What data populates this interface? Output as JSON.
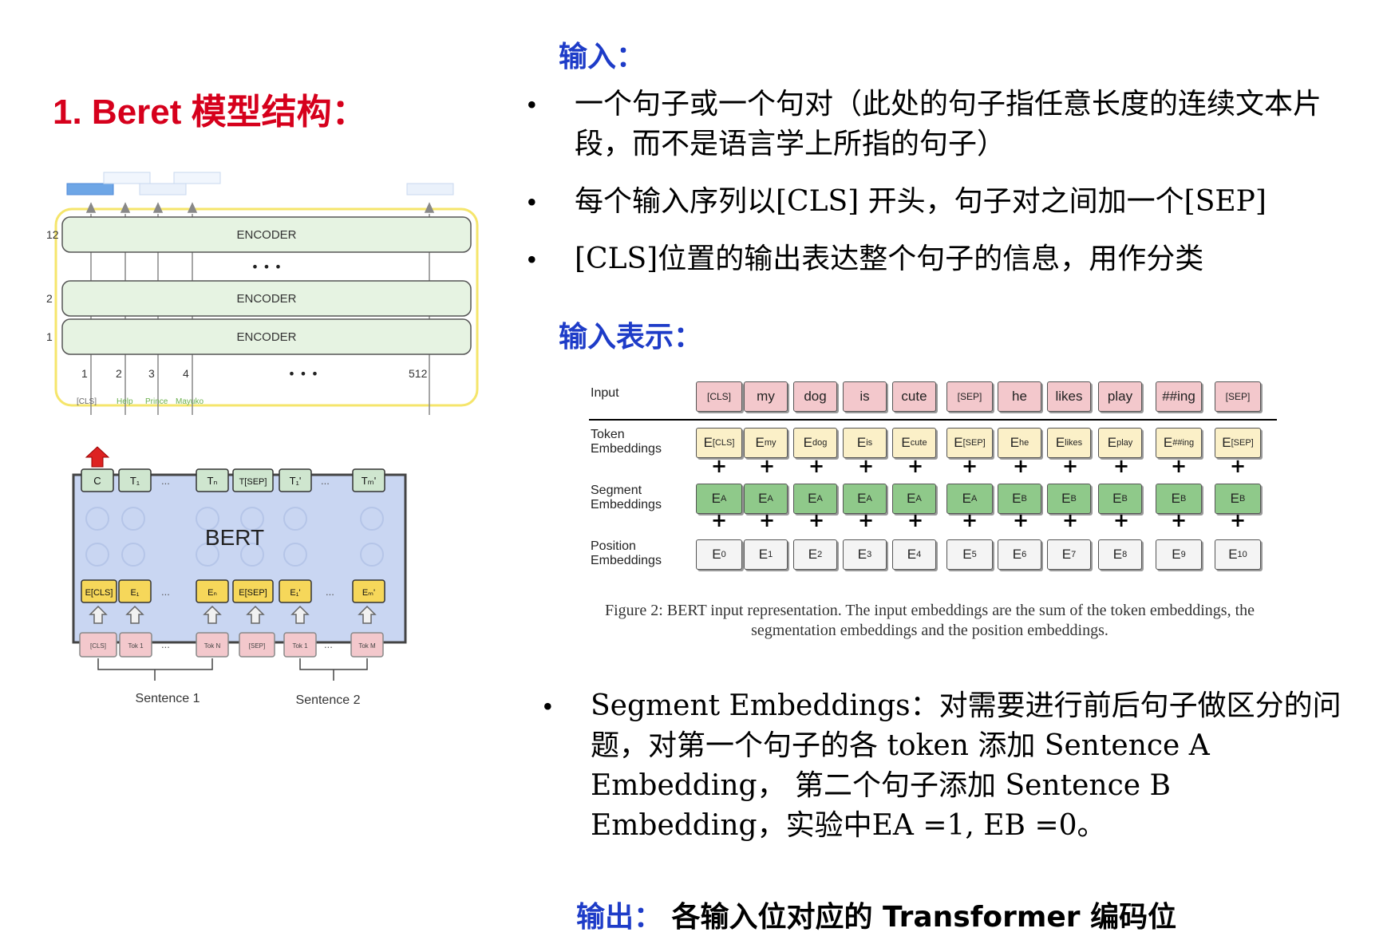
{
  "title": "1. Beret 模型结构：",
  "input_section": {
    "heading": "输入：",
    "bullets": [
      "一个句子或一个句对（此处的句子指任意长度的连续文本片段，而不是语言学上所指的句子）",
      "每个输入序列以[CLS] 开头，句子对之间加一个[SEP]",
      "[CLS]位置的输出表达整个句子的信息，用作分类"
    ]
  },
  "input_repr_heading": "输入表示：",
  "segment_bullet": "Segment Embeddings：对需要进行前后句子做区分的问题，对第一个句子的各 token 添加 Sentence A Embedding， 第二个句子添加 Sentence B Embedding，实验中EA =1, EB =0。",
  "output": {
    "label": "输出：",
    "text": "各输入位对应的 Transformer 编码位"
  },
  "encoder_fig": {
    "encoder_label": "ENCODER",
    "layers": [
      "12",
      "2",
      "1"
    ],
    "dots": "• • •",
    "positions": [
      "1",
      "2",
      "3",
      "4",
      "512"
    ],
    "bottom_dots": "• • •",
    "tokens": [
      "[CLS]",
      "Help",
      "Prince",
      "Mayuko"
    ]
  },
  "bert_fig": {
    "label": "BERT",
    "outputs": [
      "C",
      "T₁",
      "Tₙ",
      "T[SEP]",
      "T₁'",
      "Tₘ'"
    ],
    "embeds": [
      "E[CLS]",
      "E₁",
      "Eₙ",
      "E[SEP]",
      "E₁'",
      "Eₘ'"
    ],
    "inputs": [
      "[CLS]",
      "Tok 1",
      "Tok N",
      "[SEP]",
      "Tok 1",
      "Tok M"
    ],
    "sentence1": "Sentence 1",
    "sentence2": "Sentence 2",
    "ellipsis": "..."
  },
  "emb_fig": {
    "row_labels": {
      "input": "Input",
      "token": [
        "Token",
        "Embeddings"
      ],
      "segment": [
        "Segment",
        "Embeddings"
      ],
      "position": [
        "Position",
        "Embeddings"
      ]
    },
    "tokens": [
      "[CLS]",
      "my",
      "dog",
      "is",
      "cute",
      "[SEP]",
      "he",
      "likes",
      "play",
      "##ing",
      "[SEP]"
    ],
    "token_emb_subs": [
      "[CLS]",
      "my",
      "dog",
      "is",
      "cute",
      "[SEP]",
      "he",
      "likes",
      "play",
      "##ing",
      "[SEP]"
    ],
    "segment_subs": [
      "A",
      "A",
      "A",
      "A",
      "A",
      "A",
      "B",
      "B",
      "B",
      "B",
      "B"
    ],
    "position_subs": [
      "0",
      "1",
      "2",
      "3",
      "4",
      "5",
      "6",
      "7",
      "8",
      "9",
      "10"
    ],
    "plus": "+",
    "caption": "Figure 2: BERT input representation. The input embeddings are the sum of the token embeddings, the segmentation embeddings and the position embeddings."
  },
  "colors": {
    "title_red": "#d6001c",
    "heading_blue": "#1e3cc8",
    "encoder_green": "#e6f3e2",
    "encoder_frame": "#f5e56b",
    "bert_bg": "#c9d6f2",
    "token_pink": "#f3c8cc",
    "emb_yellow": "#f6d75a",
    "segment_green": "#8fc98a"
  },
  "icons": [
    "bullet-dot",
    "up-arrow"
  ]
}
